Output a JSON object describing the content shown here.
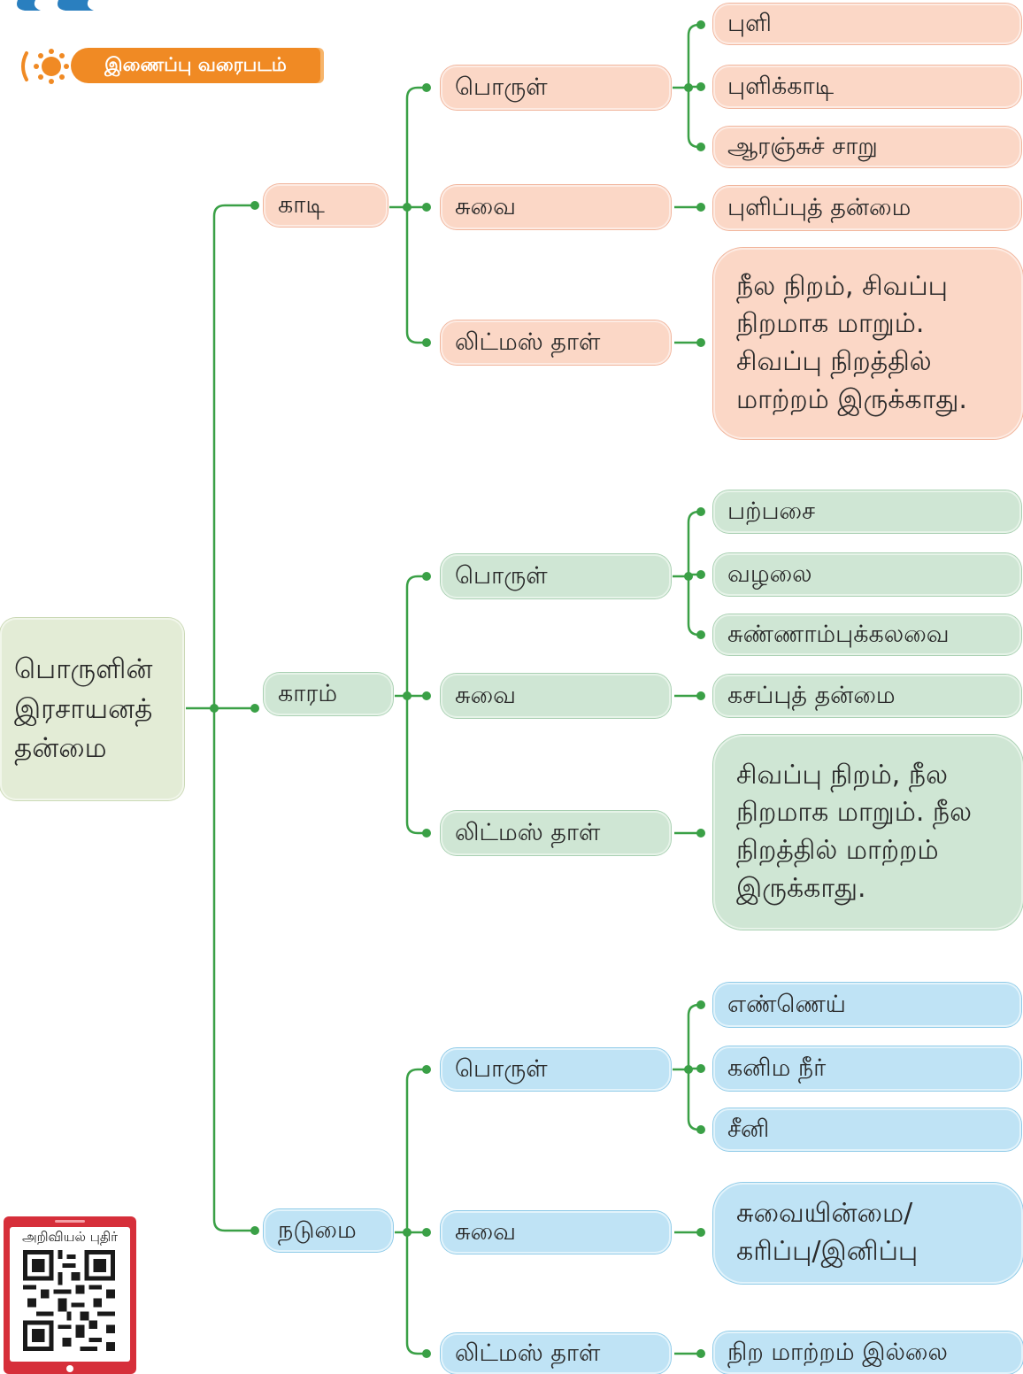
{
  "banner": {
    "title": "இணைப்பு வரைபடம்",
    "accent": "#f08a24"
  },
  "root": {
    "label": "பொருளின்\nஇரசாயனத்\nதன்மை",
    "color": "#e3ecd6"
  },
  "categories": [
    {
      "label": "காடி",
      "color": "#fbd7c6",
      "branches": [
        {
          "label": "பொருள்",
          "leaves": [
            "புளி",
            "புளிக்காடி",
            "ஆரஞ்சுச் சாறு"
          ]
        },
        {
          "label": "சுவை",
          "leaves": [
            "புளிப்புத் தன்மை"
          ]
        },
        {
          "label": "லிட்மஸ் தாள்",
          "leaves": [
            "நீல நிறம், சிவப்பு\nநிறமாக மாறும்.\nசிவப்பு நிறத்தில்\nமாற்றம் இருக்காது."
          ]
        }
      ]
    },
    {
      "label": "காரம்",
      "color": "#cfe6d4",
      "branches": [
        {
          "label": "பொருள்",
          "leaves": [
            "பற்பசை",
            "வழலை",
            "சுண்ணாம்புக்கலவை"
          ]
        },
        {
          "label": "சுவை",
          "leaves": [
            "கசப்புத் தன்மை"
          ]
        },
        {
          "label": "லிட்மஸ் தாள்",
          "leaves": [
            "சிவப்பு நிறம், நீல\nநிறமாக மாறும். நீல\nநிறத்தில் மாற்றம்\nஇருக்காது."
          ]
        }
      ]
    },
    {
      "label": "நடுமை",
      "color": "#bfe3f5",
      "branches": [
        {
          "label": "பொருள்",
          "leaves": [
            "எண்ணெய்",
            "கனிம நீர்",
            "சீனி"
          ]
        },
        {
          "label": "சுவை",
          "leaves": [
            "சுவையின்மை/\nகரிப்பு/இனிப்பு"
          ]
        },
        {
          "label": "லிட்மஸ் தாள்",
          "leaves": [
            "நிற மாற்றம் இல்லை"
          ]
        }
      ]
    }
  ],
  "qr_card": {
    "label": "அறிவியல் புதிர்",
    "color": "#d62f3a"
  },
  "connector_color": "#3aa046"
}
